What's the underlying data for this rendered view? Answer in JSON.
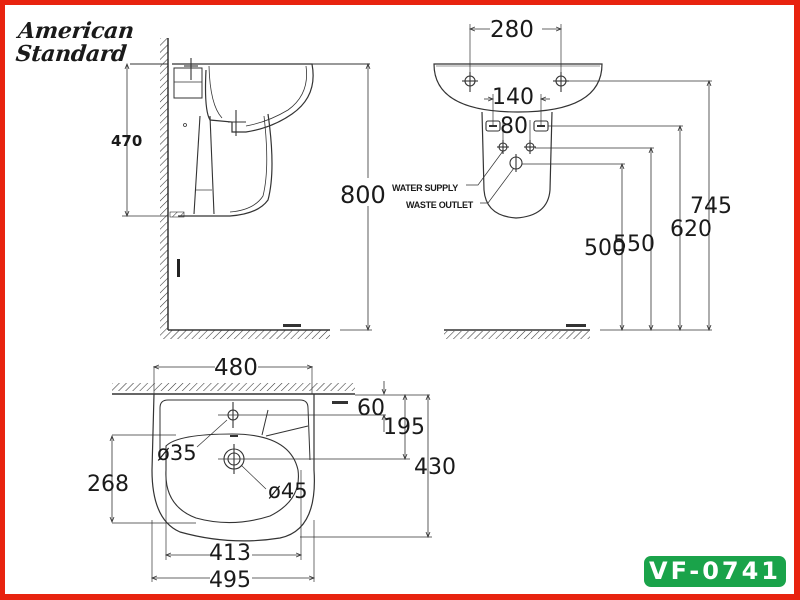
{
  "brand": {
    "line1": "American",
    "line2": "Standard"
  },
  "model": {
    "code": "VF-0741",
    "badge_color": "#1aa34a"
  },
  "frame": {
    "border_color": "#e8230f"
  },
  "side_view": {
    "dimensions": {
      "pedestal_height": "470",
      "rim_height": "800"
    }
  },
  "front_view": {
    "dimensions": {
      "tap_hole_spacing": "280",
      "mount_spacing": "140",
      "supply_spacing": "80",
      "waste_height": "500",
      "supply_height": "550",
      "mount_height": "620",
      "tap_height": "745"
    },
    "labels": {
      "water_supply": "WATER SUPPLY",
      "waste_outlet": "WASTE OUTLET"
    }
  },
  "top_view": {
    "dimensions": {
      "back_width": "480",
      "tap_offset": "60",
      "drain_offset": "195",
      "depth": "430",
      "bowl_depth": "268",
      "tap_hole_dia": "ø35",
      "drain_dia": "ø45",
      "bowl_width": "413",
      "overall_width": "495"
    }
  }
}
